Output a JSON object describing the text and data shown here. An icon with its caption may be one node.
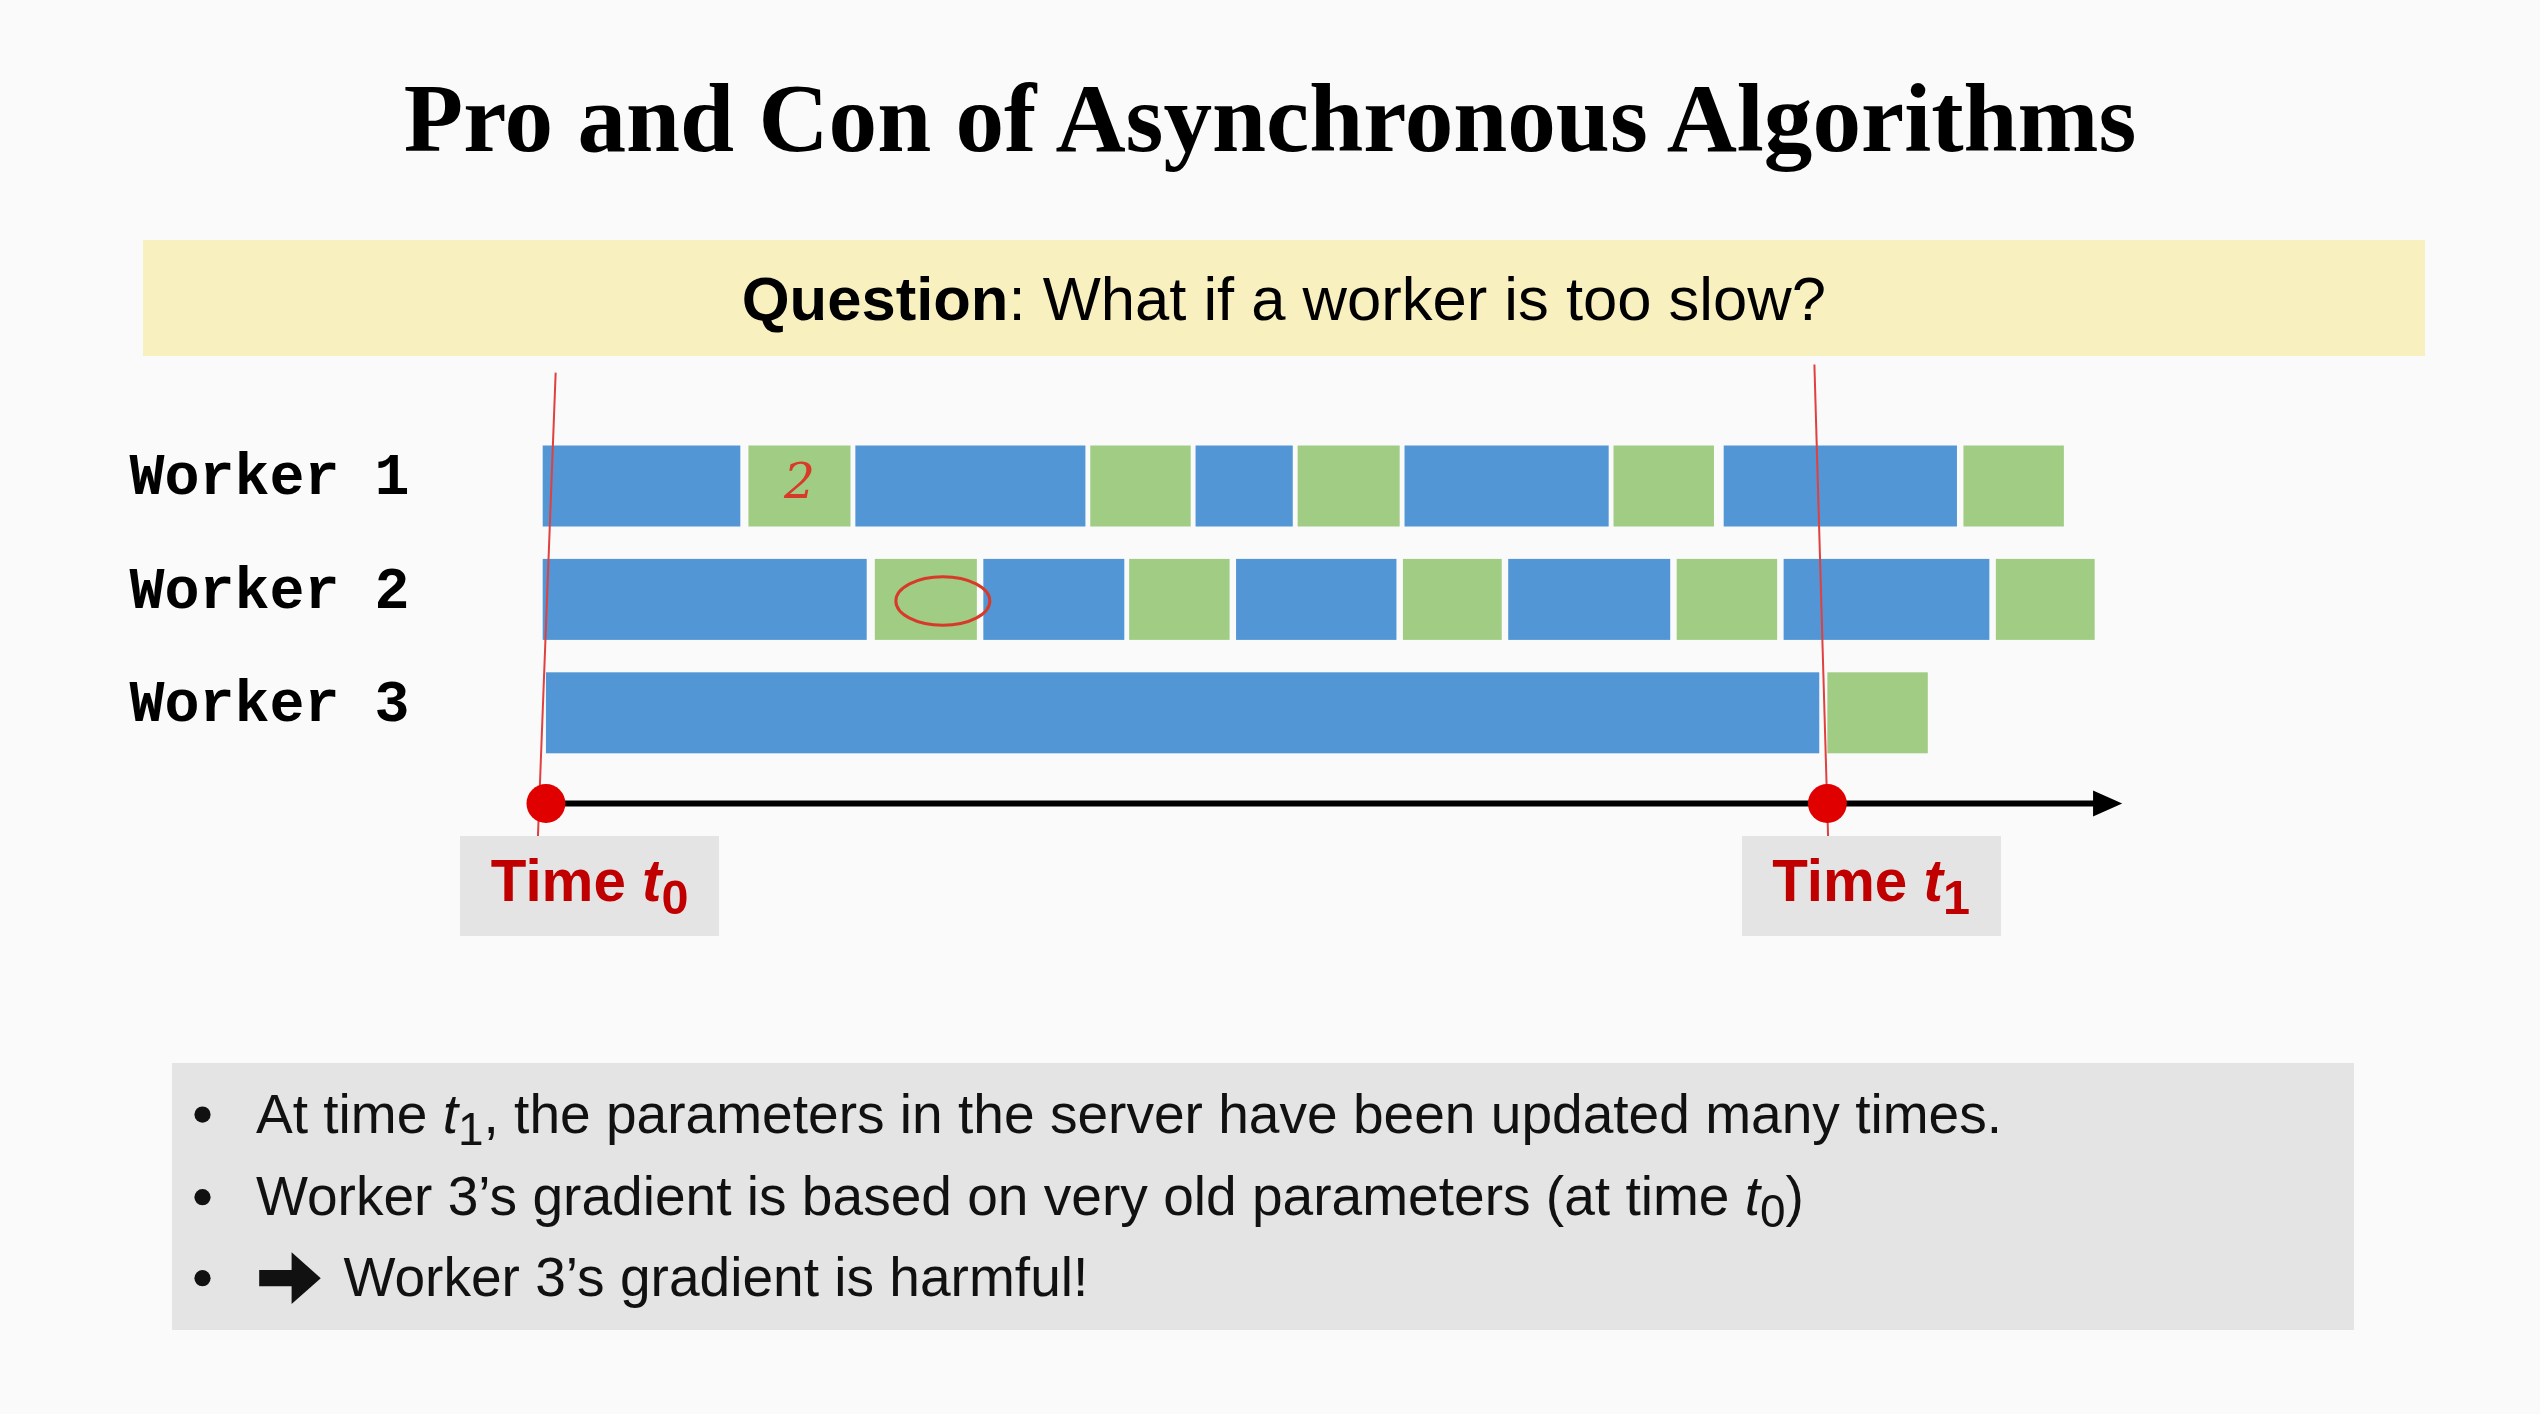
{
  "diagram": {
    "title": "Pro and Con of Asynchronous Algorithms",
    "labels": [
      "**Question**:  What if a worker is too slow?",
      "Worker 1",
      "Worker 2",
      "Worker 3",
      "2",
      "Time *t*$_{0}$",
      "Time *t*$_{1}$",
      "At time *t*$_{1}$, the parameters in the server have been updated many times.",
      "Worker 3’s gradient is based on very old parameters (at time *t*$_{0}$)",
      "Worker 3’s gradient is harmful!"
    ]
  }
}
